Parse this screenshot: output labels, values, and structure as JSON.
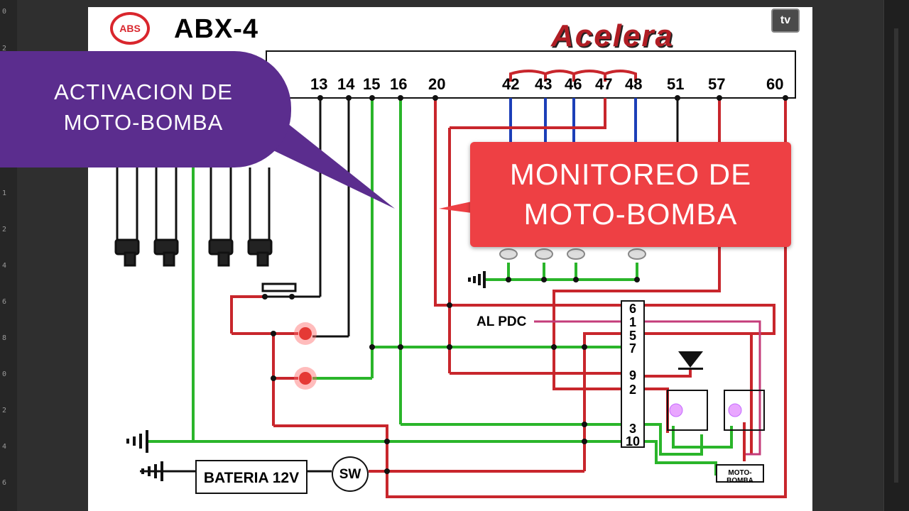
{
  "header": {
    "logo_text": "ABS",
    "title": "ABX-4",
    "brand": "Acelera",
    "brand_tv": "tv"
  },
  "connector_pins": [
    "13",
    "14",
    "15",
    "16",
    "20",
    "42",
    "43",
    "46",
    "47",
    "48",
    "51",
    "57",
    "60"
  ],
  "callouts": {
    "activation": [
      "ACTIVACION DE",
      "MOTO-BOMBA"
    ],
    "monitoring": [
      "MONITOREO DE",
      "MOTO-BOMBA"
    ]
  },
  "labels": {
    "pdc": "AL PDC",
    "battery": "BATERIA 12V",
    "switch": "SW",
    "motor": "MOTO-BOMBA"
  },
  "relay_connector_pins": [
    "6",
    "1",
    "5",
    "7",
    "9",
    "2",
    "3",
    "10"
  ],
  "colors": {
    "callout_purple": "#5b2d8e",
    "callout_red": "#ee4044",
    "wire_red": "#c8262c",
    "wire_green": "#2ab52a",
    "wire_blue": "#1c3fb8",
    "wire_black": "#111111"
  }
}
